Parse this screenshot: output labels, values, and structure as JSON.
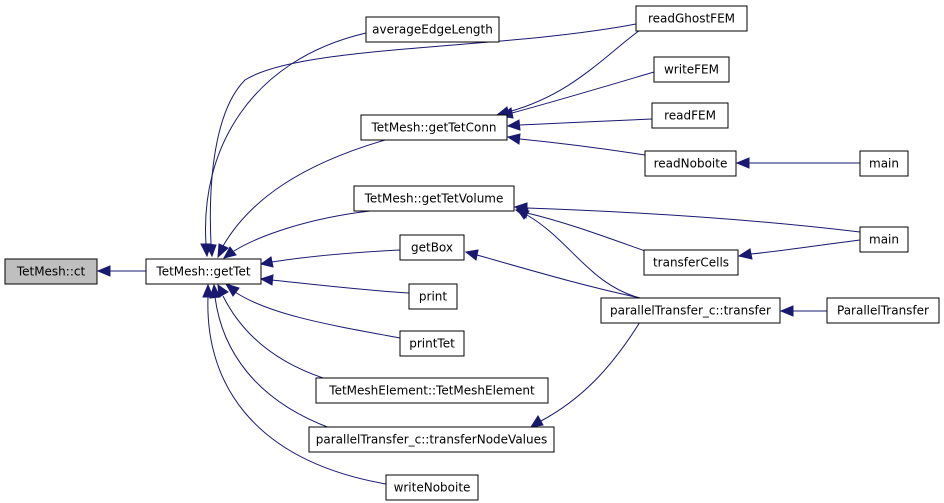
{
  "colors": {
    "edge": "#191970",
    "node_fill": "#ffffff",
    "node_border": "#000000",
    "root_fill": "#bfbfbf"
  },
  "nodes": {
    "root": "TetMesh::ct",
    "getTet": "TetMesh::getTet",
    "averageEdgeLength": "averageEdgeLength",
    "getTetConn": "TetMesh::getTetConn",
    "getTetVolume": "TetMesh::getTetVolume",
    "getBox": "getBox",
    "print": "print",
    "printTet": "printTet",
    "tetMeshElement": "TetMeshElement::TetMeshElement",
    "transferNodeValues": "parallelTransfer_c::transferNodeValues",
    "writeNoboite": "writeNoboite",
    "readGhostFEM": "readGhostFEM",
    "writeFEM": "writeFEM",
    "readFEM": "readFEM",
    "readNoboite": "readNoboite",
    "main1": "main",
    "main2": "main",
    "transferCells": "transferCells",
    "transfer": "parallelTransfer_c::transfer",
    "parallelTransfer": "ParallelTransfer"
  }
}
